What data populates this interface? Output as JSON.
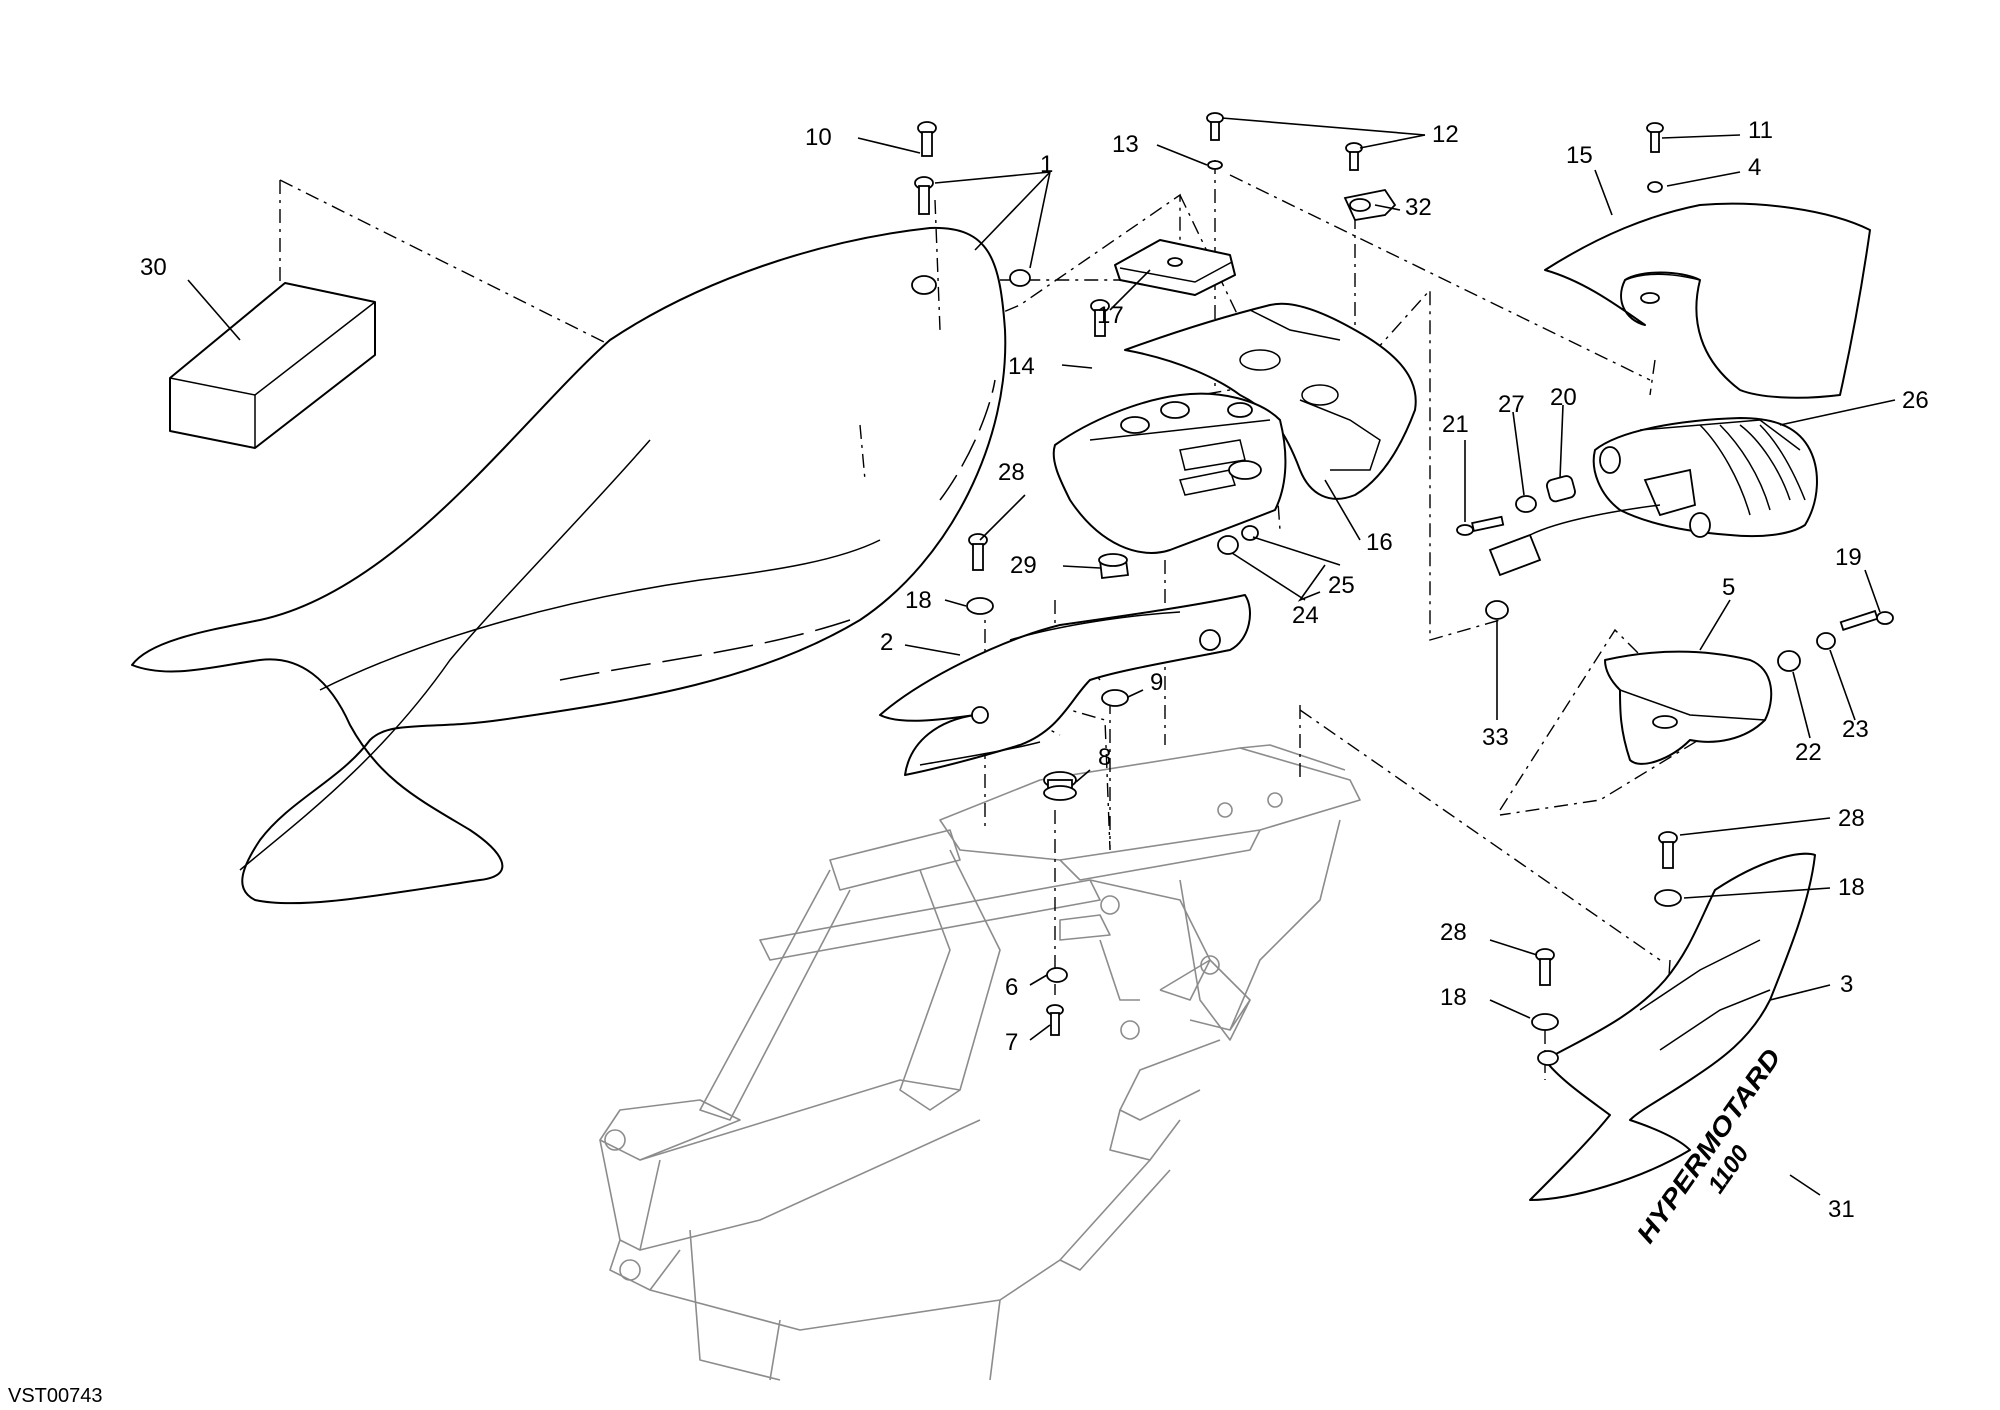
{
  "diagram_code": "VST00743",
  "decal_text": {
    "model": "HYPERMOTARD",
    "displacement": "1100"
  },
  "callouts": {
    "c1": "1",
    "c2": "2",
    "c3": "3",
    "c4": "4",
    "c5": "5",
    "c6": "6",
    "c7": "7",
    "c8": "8",
    "c9": "9",
    "c10": "10",
    "c11": "11",
    "c12": "12",
    "c13": "13",
    "c14": "14",
    "c15": "15",
    "c16": "16",
    "c17": "17",
    "c18a": "18",
    "c18b": "18",
    "c18c": "18",
    "c19": "19",
    "c20": "20",
    "c21": "21",
    "c22": "22",
    "c23": "23",
    "c24": "24",
    "c25": "25",
    "c26": "26",
    "c27": "27",
    "c28a": "28",
    "c28b": "28",
    "c28c": "28",
    "c29": "29",
    "c30": "30",
    "c31": "31",
    "c32": "32",
    "c33": "33"
  }
}
